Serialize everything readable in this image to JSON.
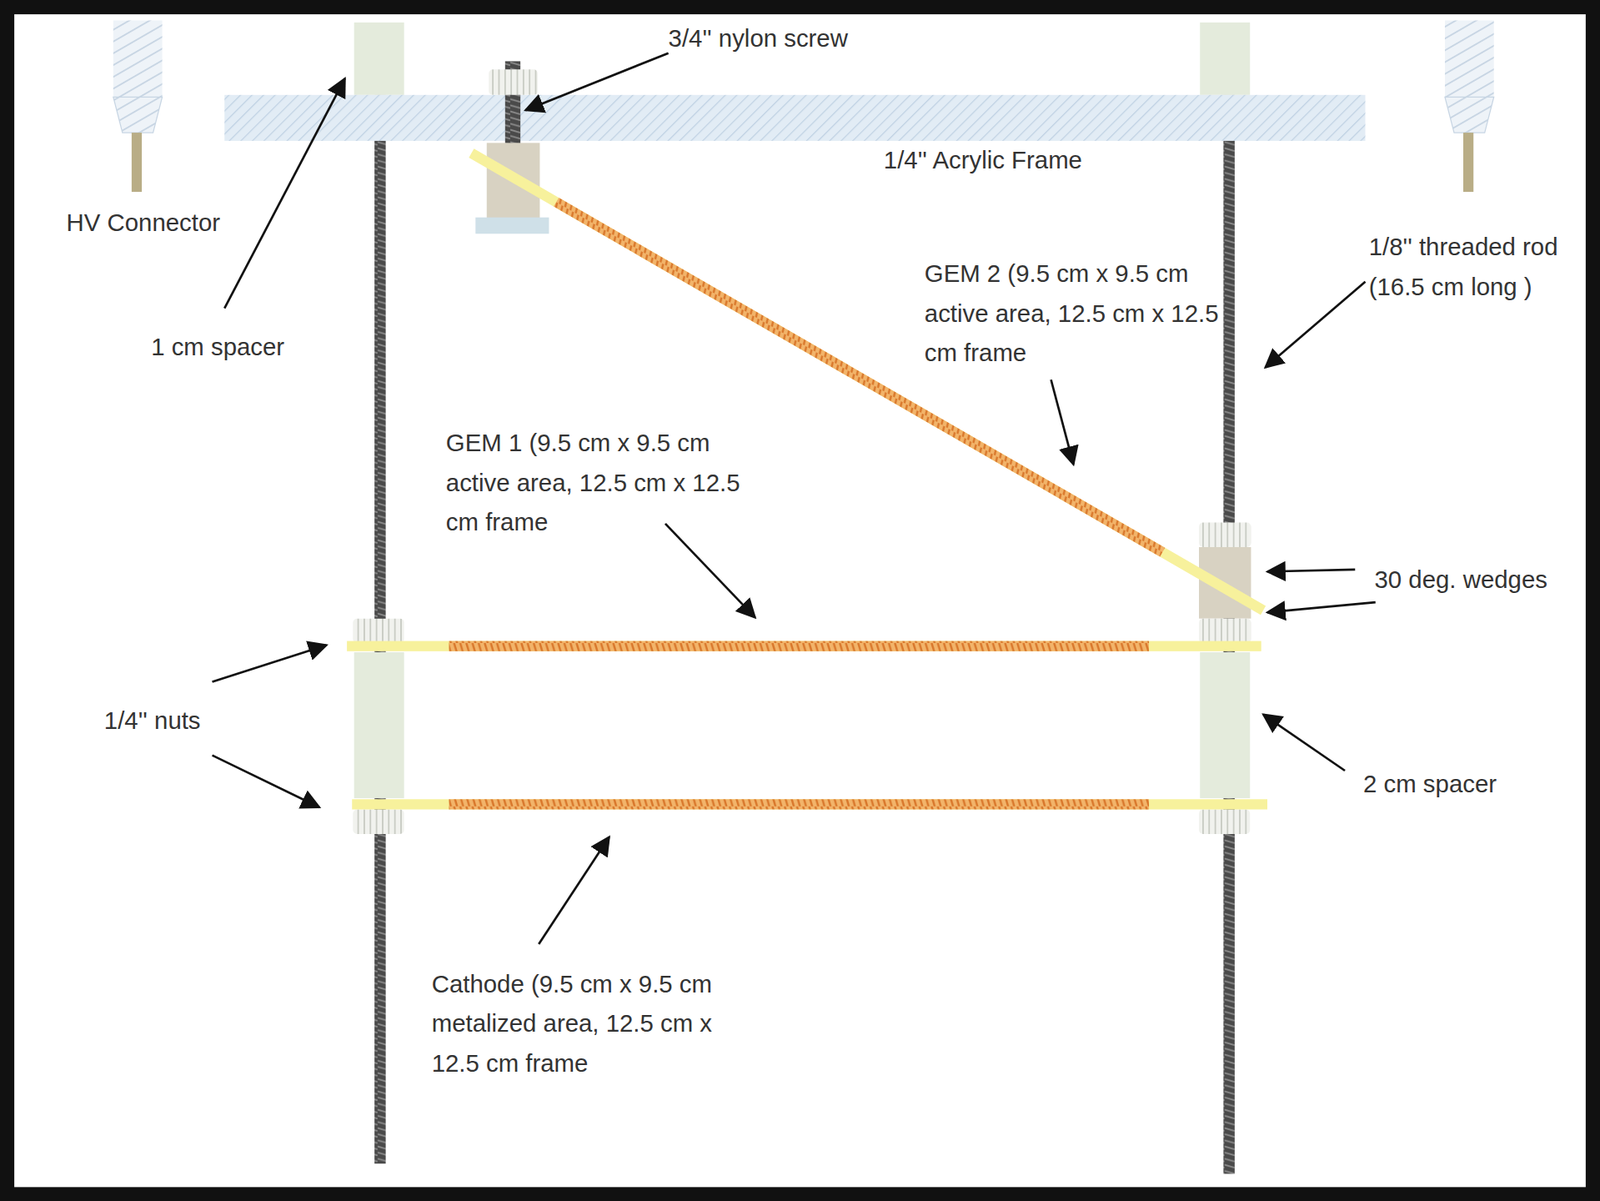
{
  "diagram": {
    "labels": [
      "3/4'' nylon screw",
      "1/4'' Acrylic Frame",
      "HV Connector",
      "1 cm spacer",
      "1/8'' threaded rod (16.5 cm long )",
      "GEM 2 (9.5 cm x 9.5 cm active area, 12.5 cm x 12.5 cm frame",
      "GEM 1 (9.5 cm x 9.5 cm active area, 12.5 cm x 12.5 cm frame",
      "30 deg. wedges",
      "1/4'' nuts",
      "2 cm spacer",
      "Cathode (9.5 cm x 9.5 cm metalized area, 12.5 cm x 12.5 cm frame"
    ]
  }
}
